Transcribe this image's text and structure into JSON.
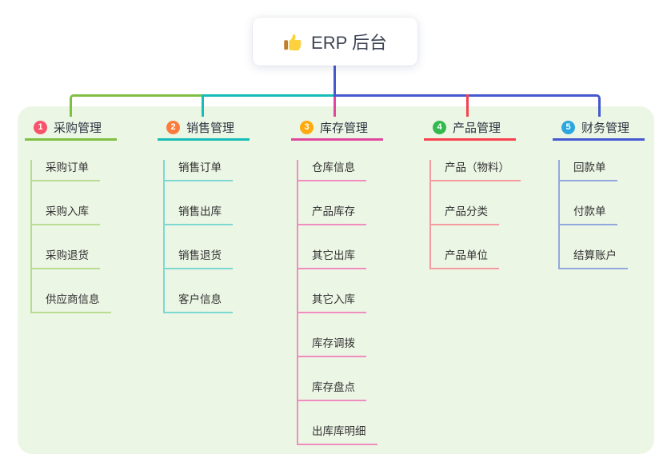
{
  "root": {
    "label": "ERP 后台",
    "icon": "thumbs-up-icon"
  },
  "branches": [
    {
      "number": "1",
      "label": "采购管理",
      "badge_color": "#f8536b",
      "line_color": "#7fbf42",
      "child_line_color": "#b8dc92",
      "children": [
        "采购订单",
        "采购入库",
        "采购退货",
        "供应商信息"
      ]
    },
    {
      "number": "2",
      "label": "销售管理",
      "badge_color": "#fb7d3e",
      "line_color": "#16bdb8",
      "child_line_color": "#7ed8d2",
      "children": [
        "销售订单",
        "销售出库",
        "销售退货",
        "客户信息"
      ]
    },
    {
      "number": "3",
      "label": "库存管理",
      "badge_color": "#ffaa0d",
      "line_color": "#e0489e",
      "child_line_color": "#f08cc0",
      "children": [
        "仓库信息",
        "产品库存",
        "其它出库",
        "其它入库",
        "库存调拨",
        "库存盘点",
        "出库库明细"
      ]
    },
    {
      "number": "4",
      "label": "产品管理",
      "badge_color": "#34b94e",
      "line_color": "#f5424e",
      "child_line_color": "#f59a9e",
      "children": [
        "产品（物料）",
        "产品分类",
        "产品单位"
      ]
    },
    {
      "number": "5",
      "label": "财务管理",
      "badge_color": "#2ba7e0",
      "line_color": "#4558cf",
      "child_line_color": "#90a8de",
      "children": [
        "回款单",
        "付款单",
        "结算账户"
      ]
    }
  ],
  "colors": {
    "panel_bg": "#ecf6e5",
    "stem": "#4558cf",
    "root_text": "#3d4454",
    "child_text": "#333333",
    "card_bg": "#ffffff"
  }
}
